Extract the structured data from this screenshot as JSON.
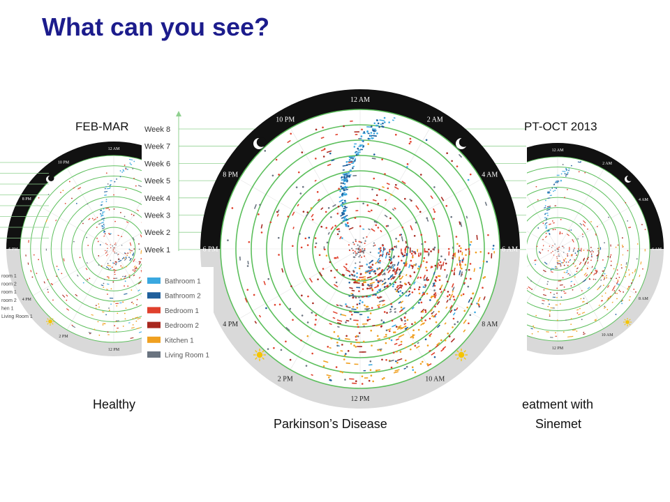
{
  "slide": {
    "title": "What can you see?"
  },
  "panels": {
    "left": {
      "period_label": "FEB-MAR",
      "caption": "Healthy",
      "clock": [
        "12 AM",
        "10 PM",
        "8 PM",
        "6 PM",
        "4 PM",
        "2 PM",
        "12 PM"
      ],
      "legend_fragments": [
        "room 1",
        "room 2",
        "room 1",
        "room 2",
        "hen 1",
        "Living Room 1"
      ]
    },
    "center": {
      "caption": "Parkinson’s Disease",
      "clock": [
        "12 AM",
        "2 AM",
        "4 AM",
        "6 AM",
        "8 AM",
        "10 AM",
        "12 PM",
        "2 PM",
        "4 PM",
        "6 PM",
        "8 PM",
        "10 PM"
      ],
      "weeks": [
        "Week 8",
        "Week 7",
        "Week 6",
        "Week 5",
        "Week 4",
        "Week 3",
        "Week 2",
        "Week 1"
      ],
      "legend": [
        {
          "label": "Bathroom 1",
          "color": "#3aa8e0"
        },
        {
          "label": "Bathroom 2",
          "color": "#1f5f9c"
        },
        {
          "label": "Bedroom 1",
          "color": "#e0402c"
        },
        {
          "label": "Bedroom 2",
          "color": "#a8281f"
        },
        {
          "label": "Kitchen 1",
          "color": "#f0a020"
        },
        {
          "label": "Living Room 1",
          "color": "#6a7480"
        }
      ]
    },
    "right": {
      "period_label": "PT-OCT 2013",
      "caption_line1": "eatment with",
      "caption_line2": "Sinemet",
      "clock": [
        "12 AM",
        "2 AM",
        "4 AM",
        "6 AM",
        "8 AM",
        "10 AM",
        "12 PM"
      ]
    }
  },
  "colors": {
    "title": "#1c1c8c",
    "night_band": "#111111",
    "day_band": "#d9d9d9",
    "ring": "#5cbf5c"
  }
}
